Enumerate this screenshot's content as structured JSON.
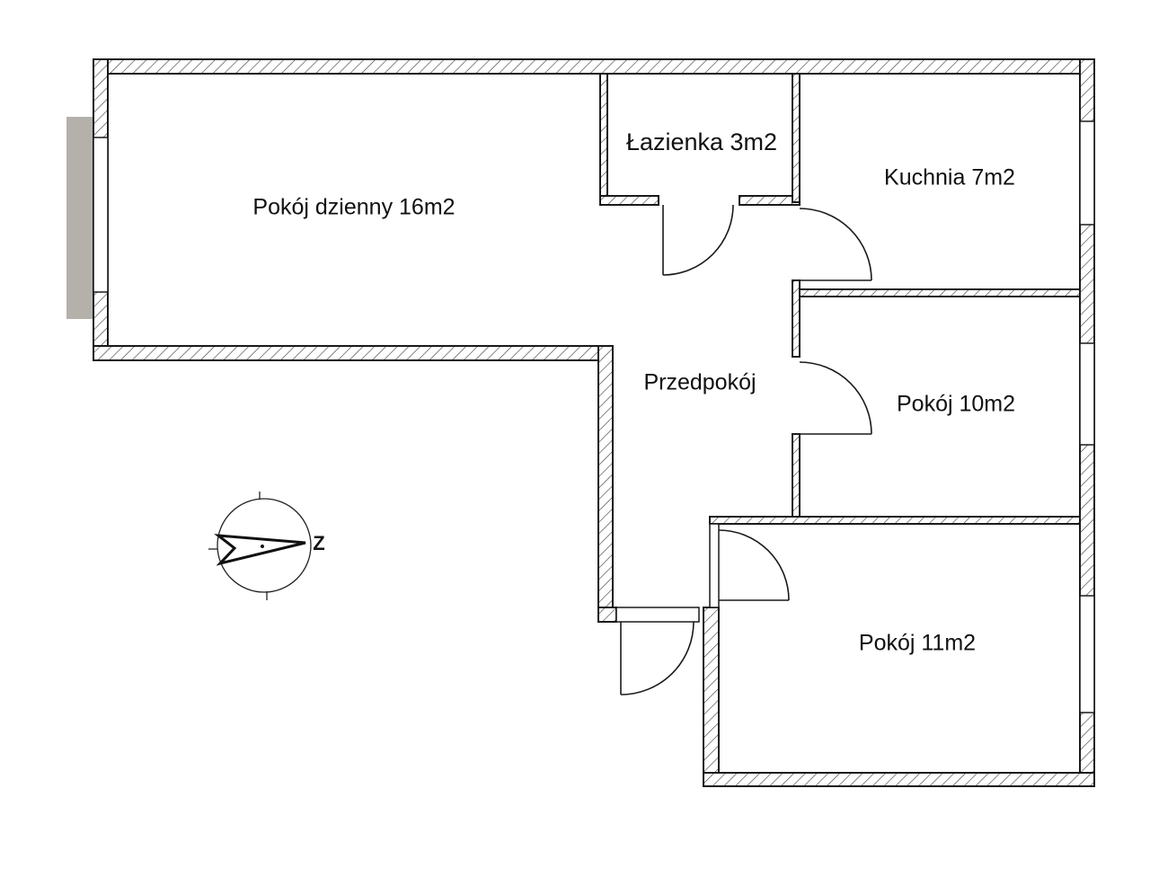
{
  "rooms": {
    "living": "Pokój dzienny 16m2",
    "bathroom": "Łazienka 3m2",
    "kitchen": "Kuchnia 7m2",
    "hall": "Przedpokój",
    "room10": "Pokój 10m2",
    "room11": "Pokój 11m2"
  },
  "compass": {
    "label": "Z"
  },
  "colors": {
    "wall": "#1a1a1a",
    "balcony": "#b3b1aa"
  }
}
